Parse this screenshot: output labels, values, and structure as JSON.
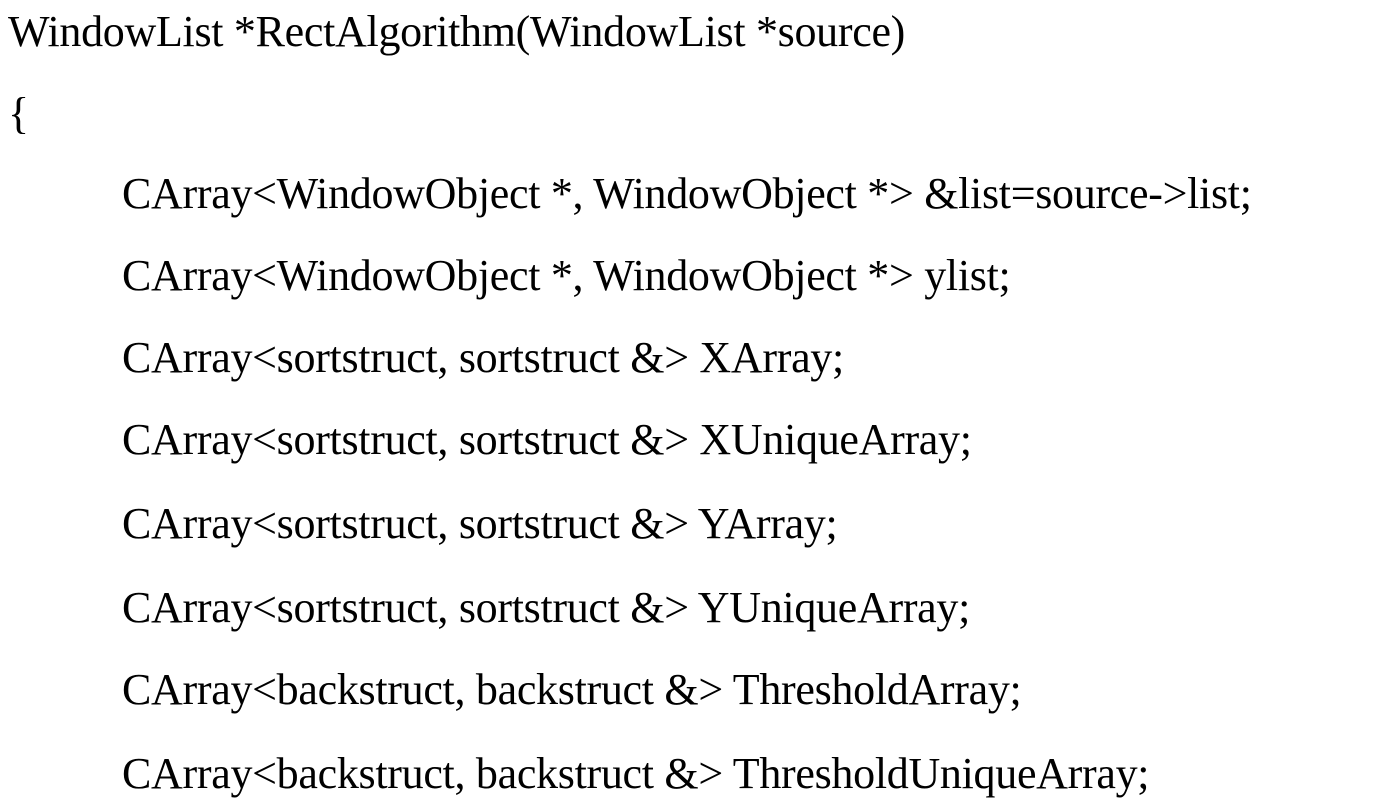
{
  "code": {
    "signature": "WindowList *RectAlgorithm(WindowList *source)",
    "open_brace": "{",
    "lines": [
      "CArray<WindowObject *, WindowObject *> &list=source->list;",
      "CArray<WindowObject *, WindowObject *> ylist;",
      "CArray<sortstruct, sortstruct &> XArray;",
      "CArray<sortstruct, sortstruct &> XUniqueArray;",
      "CArray<sortstruct, sortstruct &> YArray;",
      "CArray<sortstruct, sortstruct &> YUniqueArray;",
      "CArray<backstruct, backstruct &> ThresholdArray;",
      "CArray<backstruct, backstruct &> ThresholdUniqueArray;"
    ]
  }
}
